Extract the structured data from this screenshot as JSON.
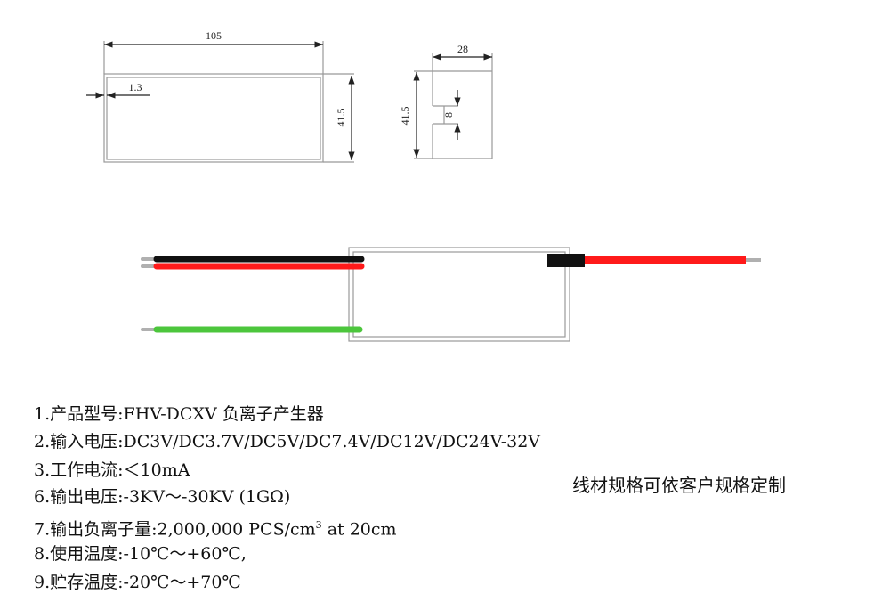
{
  "drawing": {
    "front_view": {
      "width_dim": "105",
      "wall_dim": "1.3",
      "height_dim": "41.5"
    },
    "side_view": {
      "width_dim": "28",
      "height_dim": "41.5",
      "slot_dim": "8"
    },
    "wire_colors": {
      "black": "#111111",
      "red": "#ff1a1a",
      "green": "#4cc63c",
      "tip": "#b0b0b0"
    }
  },
  "specs": [
    "1.产品型号:FHV-DCXV 负离子产生器",
    "2.输入电压:DC3V/DC3.7V/DC5V/DC7.4V/DC12V/DC24V-32V",
    "3.工作电流:＜10mA",
    "6.输出电压:-3KV～-30KV (1GΩ)",
    "7.输出负离子量:2,000,000 PCS/cm",
    "8.使用温度:-10℃～+60℃,",
    "9.贮存温度:-20℃～+70℃"
  ],
  "spec7_sup": "3",
  "spec7_tail": " at 20cm",
  "note": "线材规格可依客户规格定制"
}
